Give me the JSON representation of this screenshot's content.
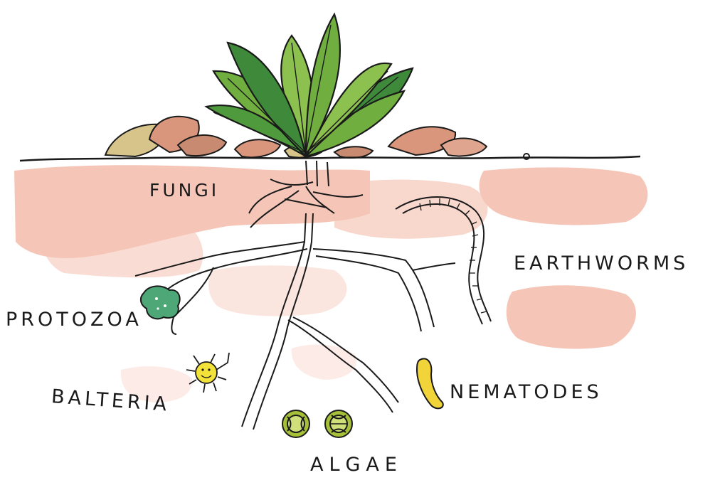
{
  "labels": {
    "fungi": "FUNGI",
    "earthworms": "EARTHWORMS",
    "protozoa": "PROTOZOA",
    "bacteria": "BALTERIA",
    "nematodes": "NEMATODES",
    "algae": "ALGAE"
  },
  "colors": {
    "soil_wash": "#f2b3a0",
    "leaf_green": "#6fae3f",
    "leaf_green_dark": "#3f8a3a",
    "leaf_litter": "#d9967c",
    "protozoa": "#4ea777",
    "bacteria": "#f2e23a",
    "nematode": "#f0d43a",
    "algae": "#a6c03a",
    "ink": "#1a1a1a"
  }
}
